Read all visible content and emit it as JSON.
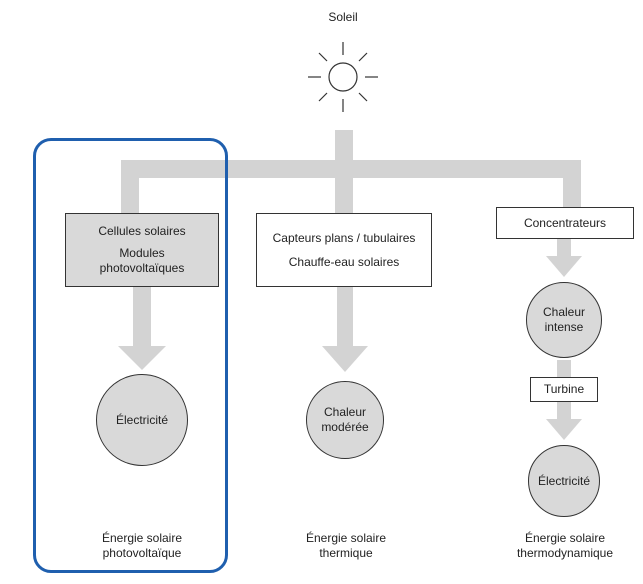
{
  "sun": {
    "label": "Soleil",
    "icon": "sun-icon"
  },
  "branches": [
    {
      "id": "pv",
      "source_lines": [
        "Cellules solaires",
        "Modules",
        "photovoltaïques"
      ],
      "output": "Électricité",
      "caption_lines": [
        "Énergie solaire",
        "photovoltaïque"
      ],
      "highlighted": true
    },
    {
      "id": "thermal",
      "source_lines": [
        "Capteurs plans / tubulaires",
        "Chauffe-eau solaires"
      ],
      "output_lines": [
        "Chaleur",
        "modérée"
      ],
      "caption_lines": [
        "Énergie solaire",
        "thermique"
      ]
    },
    {
      "id": "thermodynamic",
      "source_lines": [
        "Concentrateurs"
      ],
      "intermediate_lines": [
        "Chaleur",
        "intense"
      ],
      "converter": "Turbine",
      "output": "Électricité",
      "caption_lines": [
        "Énergie solaire",
        "thermodynamique"
      ]
    }
  ],
  "colors": {
    "highlight": "#1f5fae",
    "arrow": "#d3d3d3",
    "node_fill": "#d9d9d9"
  }
}
